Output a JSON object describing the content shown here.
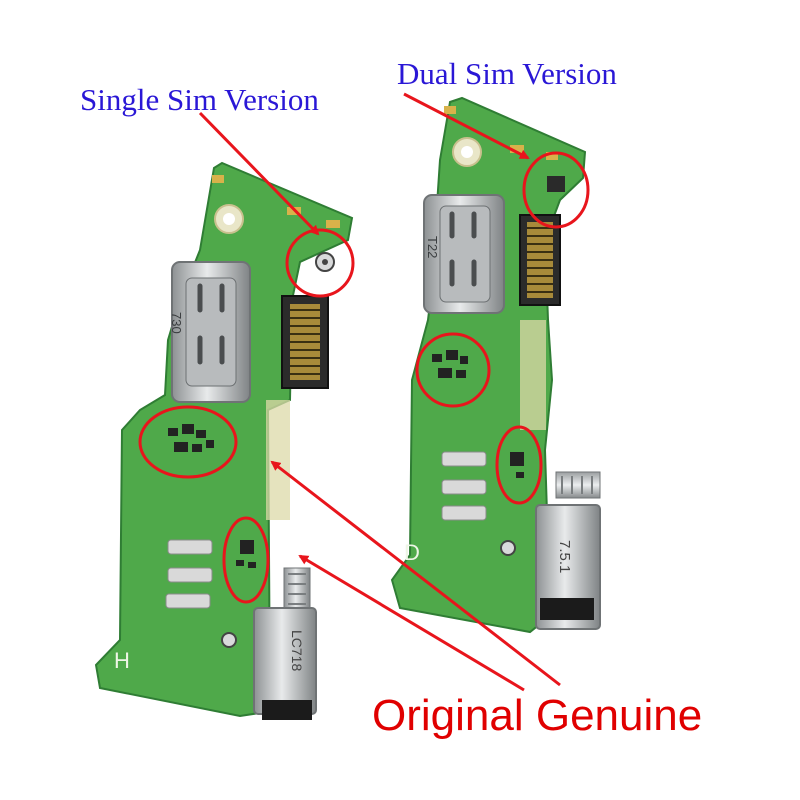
{
  "labels": {
    "single_sim": "Single Sim Version",
    "dual_sim": "Dual Sim Version",
    "original_genuine": "Original Genuine"
  },
  "board_marks": {
    "left_connector_code": "730",
    "right_connector_code": "T22",
    "left_side_letter": "H",
    "right_side_letter": "D",
    "left_motor_text": "LC718",
    "right_motor_text": "7.5.1"
  },
  "colors": {
    "callout_text": "#2a17d6",
    "genuine_text": "#e00000",
    "annotation_red": "#e8151c",
    "pcb_green": "#4fa94a",
    "pcb_dark": "#2f7d34",
    "gold": "#d8b24a",
    "metal": "#c9ccce"
  }
}
